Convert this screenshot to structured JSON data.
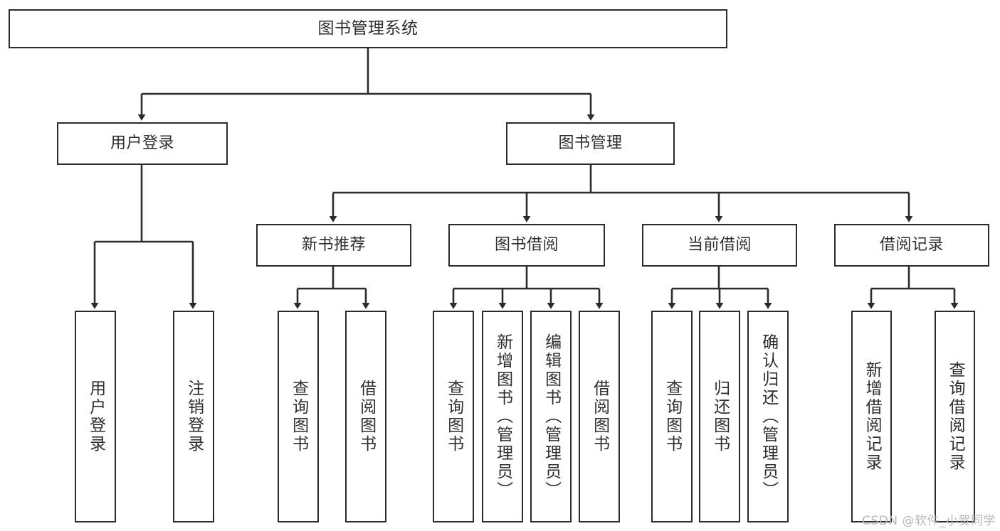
{
  "diagram": {
    "type": "tree-hierarchy-diagram",
    "title": "图书管理系统",
    "root": {
      "label": "图书管理系统"
    },
    "level2": [
      {
        "id": "user-login",
        "label": "用户登录"
      },
      {
        "id": "book-manage",
        "label": "图书管理"
      }
    ],
    "level3": [
      {
        "id": "new-book-recommend",
        "label": "新书推荐",
        "parent": "book-manage"
      },
      {
        "id": "book-borrow",
        "label": "图书借阅",
        "parent": "book-manage"
      },
      {
        "id": "current-borrow",
        "label": "当前借阅",
        "parent": "book-manage"
      },
      {
        "id": "borrow-record",
        "label": "借阅记录",
        "parent": "book-manage"
      }
    ],
    "leaves": {
      "user-login": [
        {
          "id": "leaf-user-login",
          "label": "用户登录"
        },
        {
          "id": "leaf-logout-login",
          "label": "注销登录"
        }
      ],
      "new-book-recommend": [
        {
          "id": "leaf-query-book-1",
          "label": "查询图书"
        },
        {
          "id": "leaf-borrow-book-1",
          "label": "借阅图书"
        }
      ],
      "book-borrow": [
        {
          "id": "leaf-query-book-2",
          "label": "查询图书"
        },
        {
          "id": "leaf-add-book",
          "label": "新增图书（管理员）"
        },
        {
          "id": "leaf-edit-book",
          "label": "编辑图书（管理员）"
        },
        {
          "id": "leaf-borrow-book-2",
          "label": "借阅图书"
        }
      ],
      "current-borrow": [
        {
          "id": "leaf-query-book-3",
          "label": "查询图书"
        },
        {
          "id": "leaf-return-book",
          "label": "归还图书"
        },
        {
          "id": "leaf-confirm-return",
          "label": "确认归还（管理员）"
        }
      ],
      "borrow-record": [
        {
          "id": "leaf-add-record",
          "label": "新增借阅记录"
        },
        {
          "id": "leaf-query-record",
          "label": "查询借阅记录"
        }
      ]
    }
  },
  "watermark": {
    "text": "CSDN @软件_小贺同学"
  },
  "colors": {
    "stroke": "#2b2b2b",
    "text": "#2e2e2e",
    "background": "#ffffff",
    "watermark": "#b9b9b9"
  }
}
